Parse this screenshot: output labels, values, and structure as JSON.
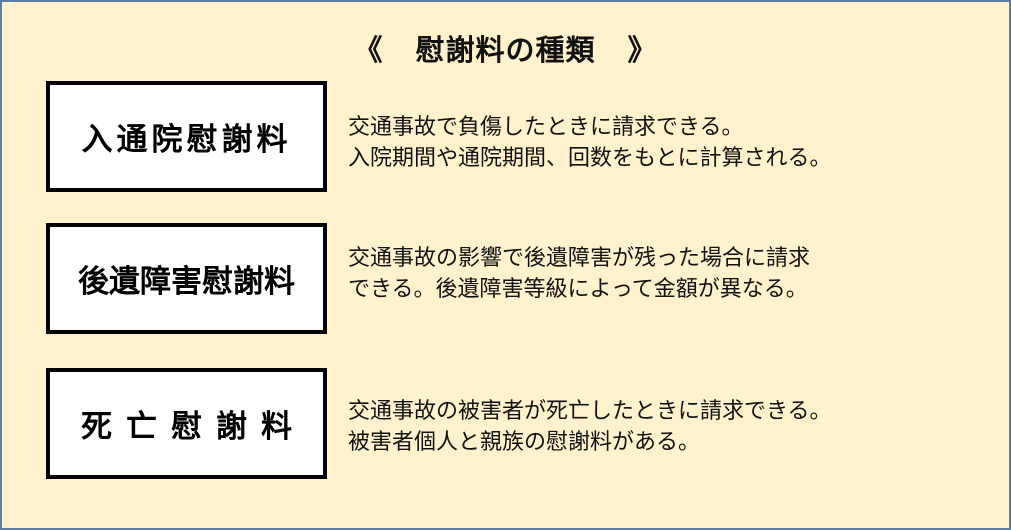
{
  "title": {
    "open": "《",
    "text": "慰謝料の種類",
    "close": "》"
  },
  "items": [
    {
      "label": "入通院慰謝料",
      "lines": [
        "交通事故で負傷したときに請求できる。",
        "入院期間や通院期間、回数をもとに計算される。"
      ]
    },
    {
      "label": "後遺障害慰謝料",
      "lines": [
        "交通事故の影響で後遺障害が残った場合に請求",
        "できる。後遺障害等級によって金額が異なる。"
      ]
    },
    {
      "label": "死亡慰謝料",
      "lines": [
        "交通事故の被害者が死亡したときに請求できる。",
        "被害者個人と親族の慰謝料がある。"
      ]
    }
  ]
}
